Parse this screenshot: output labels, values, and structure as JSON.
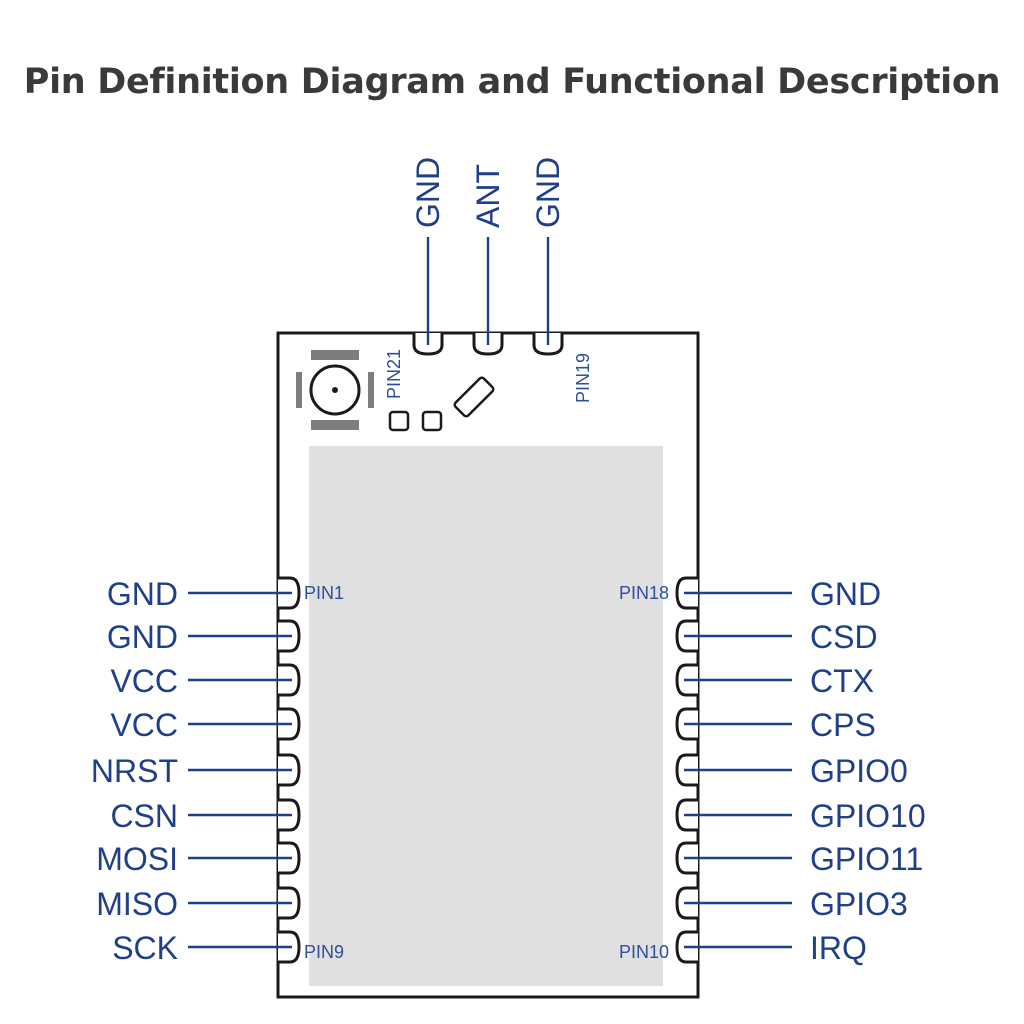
{
  "title": "Pin Definition Diagram and Functional Description",
  "top_pins": [
    "GND",
    "ANT",
    "GND"
  ],
  "left_pins": [
    "GND",
    "GND",
    "VCC",
    "VCC",
    "NRST",
    "CSN",
    "MOSI",
    "MISO",
    "SCK"
  ],
  "right_pins": [
    "GND",
    "CSD",
    "CTX",
    "CPS",
    "GPIO0",
    "GPIO10",
    "GPIO11",
    "GPIO3",
    "IRQ"
  ],
  "pin_numbers": {
    "top_left": "PIN21",
    "top_right": "PIN19",
    "left_first": "PIN1",
    "left_last": "PIN9",
    "right_first": "PIN18",
    "right_last": "PIN10"
  },
  "colors": {
    "label": "#1f3f87",
    "title": "#3a3a3a",
    "shield": "#e0e0e0",
    "outline": "#1a1a1a"
  }
}
